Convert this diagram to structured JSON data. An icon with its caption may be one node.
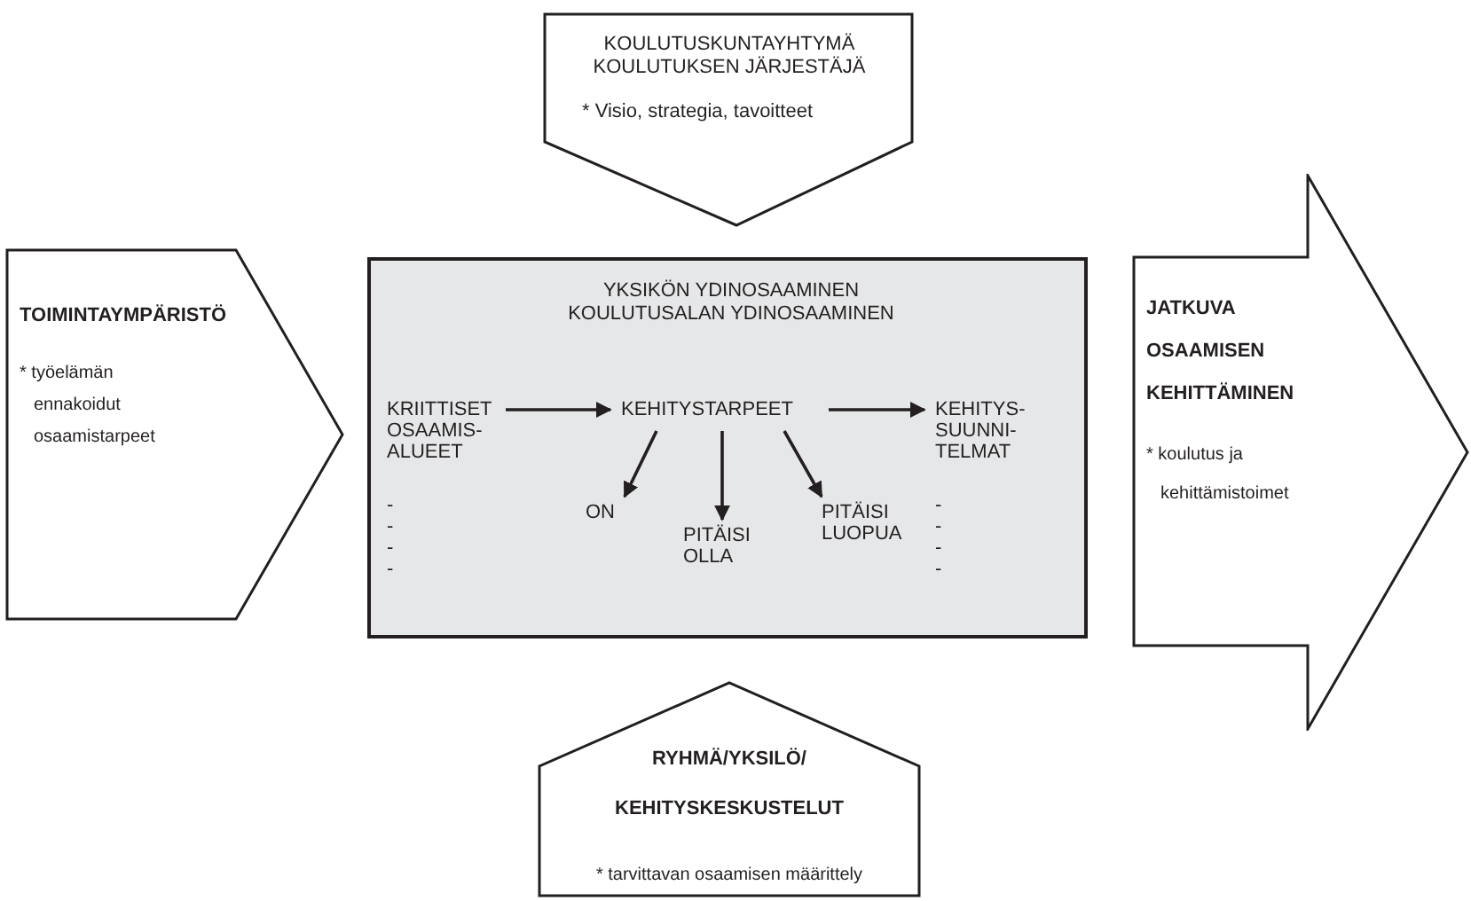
{
  "diagram": {
    "nodes": [
      {
        "text": [
          "KOULUTUSKUNTAYHTYMÄ KOULUTUKSEN JÄRJESTÄJÄ",
          "* Visio, strategia, tavoitteet"
        ]
      },
      {
        "text": [
          "TOIMINTAYMPÄRISTÖ",
          "* työelämän ennakoidut osaamistarpeet"
        ]
      },
      {
        "text": [
          "YKSIKÖN YDINOSAAMINEN KOULUTUSALAN YDINOSAAMINEN"
        ]
      },
      {
        "text": [
          "KRIITTISET OSAAMIS- ALUEET",
          "- - - -"
        ],
        "in": 2
      },
      {
        "text": [
          "KEHITYSTARPEET"
        ],
        "in": 2
      },
      {
        "text": [
          "KEHITYS- SUUNNI- TELMAT",
          "- - - -"
        ],
        "in": 2
      },
      {
        "text": [
          "ON"
        ],
        "in": 2
      },
      {
        "text": [
          "PITÄISI OLLA"
        ],
        "in": 2
      },
      {
        "text": [
          "PITÄISI LUOPUA"
        ],
        "in": 2
      },
      {
        "text": [
          "JATKUVA OSAAMISEN KEHITTÄMINEN",
          "* koulutus ja kehittämistoimet"
        ]
      },
      {
        "text": [
          "RYHMÄ/YKSILÖ/ KEHITYSKESKUSTELUT",
          "* tarvittavan osaamisen määrittely"
        ]
      }
    ],
    "edges": [
      {
        "from": 3,
        "to": 4,
        "arrow": "to"
      },
      {
        "from": 4,
        "to": 5,
        "arrow": "to"
      },
      {
        "from": 4,
        "to": 6,
        "arrow": "to"
      },
      {
        "from": 4,
        "to": 7,
        "arrow": "to"
      },
      {
        "from": 4,
        "to": 8,
        "arrow": "to"
      }
    ]
  }
}
